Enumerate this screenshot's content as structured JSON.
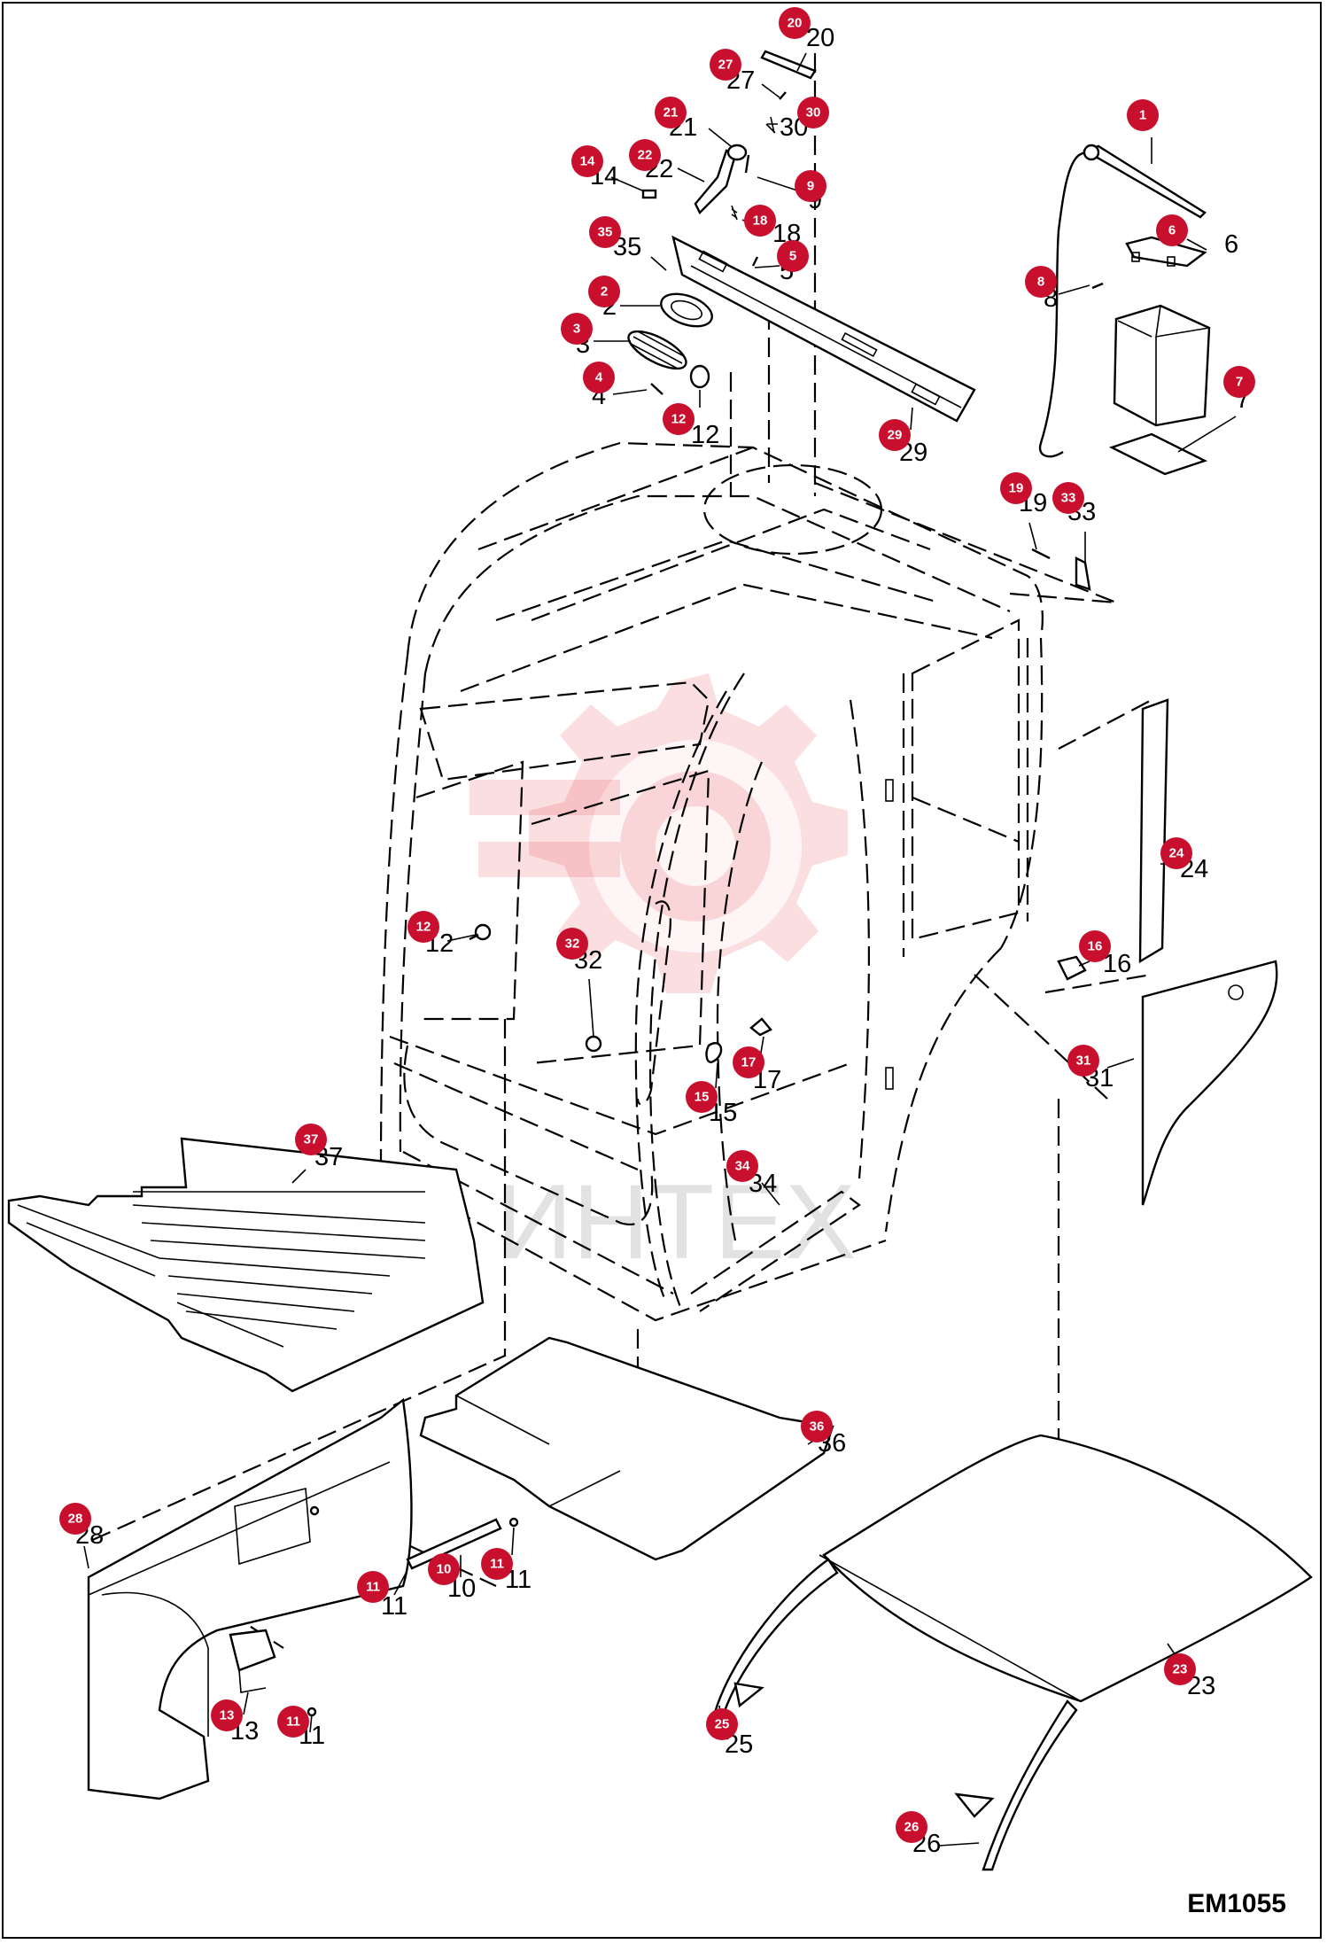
{
  "drawing_code": "EM1055",
  "watermark": "ИНТЕХ",
  "badge_color": "#c8102e",
  "callouts": [
    {
      "id": "1",
      "label": "1"
    },
    {
      "id": "2",
      "label": "2"
    },
    {
      "id": "3",
      "label": "3"
    },
    {
      "id": "4",
      "label": "4"
    },
    {
      "id": "5",
      "label": "5"
    },
    {
      "id": "6",
      "label": "6"
    },
    {
      "id": "7",
      "label": "7"
    },
    {
      "id": "8",
      "label": "8"
    },
    {
      "id": "9",
      "label": "9"
    },
    {
      "id": "10",
      "label": "10"
    },
    {
      "id": "11a",
      "label": "11"
    },
    {
      "id": "11b",
      "label": "11"
    },
    {
      "id": "11c",
      "label": "11"
    },
    {
      "id": "11d",
      "label": "11"
    },
    {
      "id": "12a",
      "label": "12"
    },
    {
      "id": "12b",
      "label": "12"
    },
    {
      "id": "13",
      "label": "13"
    },
    {
      "id": "14",
      "label": "14"
    },
    {
      "id": "15",
      "label": "15"
    },
    {
      "id": "16",
      "label": "16"
    },
    {
      "id": "17",
      "label": "17"
    },
    {
      "id": "18",
      "label": "18"
    },
    {
      "id": "19",
      "label": "19"
    },
    {
      "id": "20",
      "label": "20"
    },
    {
      "id": "21",
      "label": "21"
    },
    {
      "id": "22",
      "label": "22"
    },
    {
      "id": "23",
      "label": "23"
    },
    {
      "id": "24",
      "label": "24"
    },
    {
      "id": "25",
      "label": "25"
    },
    {
      "id": "26",
      "label": "26"
    },
    {
      "id": "27",
      "label": "27"
    },
    {
      "id": "28",
      "label": "28"
    },
    {
      "id": "29",
      "label": "29"
    },
    {
      "id": "30",
      "label": "30"
    },
    {
      "id": "31",
      "label": "31"
    },
    {
      "id": "32",
      "label": "32"
    },
    {
      "id": "33",
      "label": "33"
    },
    {
      "id": "34",
      "label": "34"
    },
    {
      "id": "35",
      "label": "35"
    },
    {
      "id": "36",
      "label": "36"
    },
    {
      "id": "37",
      "label": "37"
    }
  ]
}
